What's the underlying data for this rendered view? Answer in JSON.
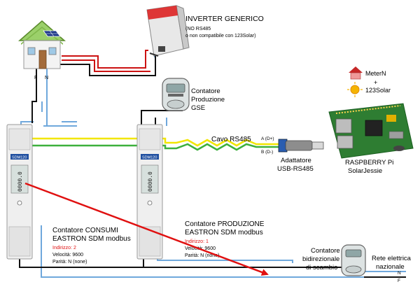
{
  "inverter": {
    "title": "INVERTER GENERICO",
    "note_1": "(NO RS485",
    "note_2": "o non compatibile con 123Solar)"
  },
  "gse_meter": {
    "line_1": "Contatore",
    "line_2": "Produzione",
    "line_3": "GSE"
  },
  "software": {
    "meter": "MeterN",
    "plus": "+",
    "solar": "123Solar"
  },
  "cable": {
    "label": "Cavo RS485",
    "a_label": "A (D+)",
    "b_label": "B (D-)"
  },
  "adapter": {
    "line_1": "Adattatore",
    "line_2": "USB-RS485"
  },
  "raspberry": {
    "line_1": "RASPBERRY Pi",
    "line_2": "SolarJessie"
  },
  "sdm_module": {
    "brand": "SDM120",
    "display": "0000.0"
  },
  "meter_consumi": {
    "title_1": "Contatore CONSUMI",
    "title_2": "EASTRON SDM modbus",
    "address": "Indirizzo: 2",
    "speed": "Velocità:  9600",
    "parity": "Parità:     N (none)"
  },
  "meter_produzione": {
    "title_1": "Contatore PRODUZIONE",
    "title_2": "EASTRON SDM modbus",
    "address": "Indirizzo: 1",
    "speed": "Velocità:  9600",
    "parity": "Parità:     N (none)"
  },
  "bidirectional": {
    "line_1": "Contatore",
    "line_2": "bidirezionale",
    "line_3": "di scambio"
  },
  "grid": {
    "line_1": "Rete elettrica",
    "line_2": "nazionale",
    "n_label": "N",
    "f_label": "F"
  },
  "house": {
    "f_label": "F",
    "n_label": "N"
  },
  "colors": {
    "phase": "#111111",
    "neutral": "#6fa8dc",
    "inverter_link": "#cc1111",
    "rs485_a": "#f2e600",
    "rs485_b": "#3db03d",
    "arrow": "#e01010",
    "address": "#e01010"
  }
}
